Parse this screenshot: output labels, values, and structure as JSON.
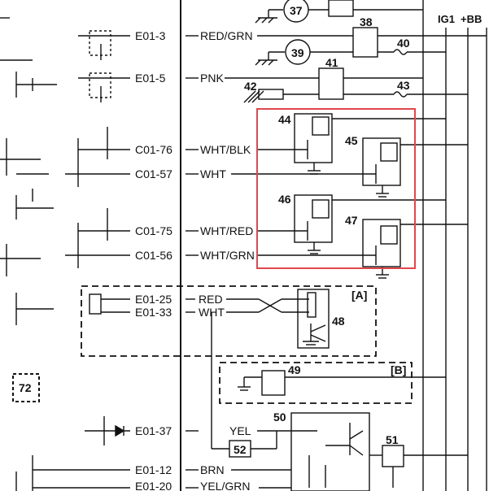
{
  "rails": {
    "ig1": "IG1",
    "bb": "+BB"
  },
  "connectors": [
    {
      "pin": "E01-3",
      "wire": "RED/GRN"
    },
    {
      "pin": "E01-5",
      "wire": "PNK"
    },
    {
      "pin": "C01-76",
      "wire": "WHT/BLK"
    },
    {
      "pin": "C01-57",
      "wire": "WHT"
    },
    {
      "pin": "C01-75",
      "wire": "WHT/RED"
    },
    {
      "pin": "C01-56",
      "wire": "WHT/GRN"
    },
    {
      "pin": "E01-25",
      "wire": "RED"
    },
    {
      "pin": "E01-33",
      "wire": "WHT"
    },
    {
      "pin": "E01-37",
      "wire": "YEL"
    },
    {
      "pin": "E01-12",
      "wire": "BRN"
    },
    {
      "pin": "E01-20",
      "wire": "YEL/GRN"
    }
  ],
  "components": {
    "c37": "37",
    "c38": "38",
    "c39": "39",
    "c40": "40",
    "c41": "41",
    "c42": "42",
    "c43": "43",
    "c44": "44",
    "c45": "45",
    "c46": "46",
    "c47": "47",
    "c48": "48",
    "c49": "49",
    "c50": "50",
    "c51": "51",
    "c52": "52",
    "c72": "72"
  },
  "groups": {
    "a": "[A]",
    "b": "[B]"
  },
  "colors": {
    "line": "#111111",
    "highlight": "#e0474c",
    "background": "#ffffff"
  }
}
